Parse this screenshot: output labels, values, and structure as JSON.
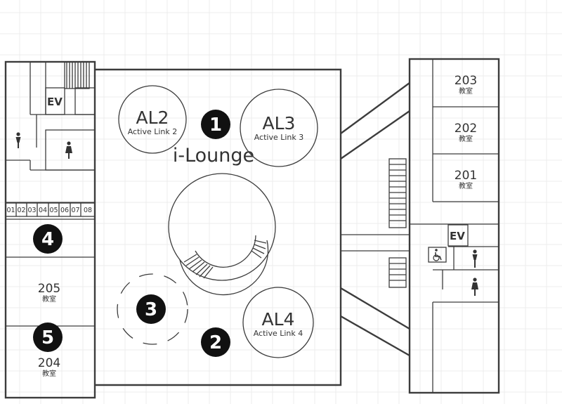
{
  "lounge": {
    "name": "i-Lounge"
  },
  "active_links": [
    {
      "code": "AL2",
      "name": "Active Link 2"
    },
    {
      "code": "AL3",
      "name": "Active Link 3"
    },
    {
      "code": "AL4",
      "name": "Active Link 4"
    }
  ],
  "markers": [
    "1",
    "2",
    "3",
    "4",
    "5"
  ],
  "rooms": [
    {
      "number": "203",
      "label": "教室"
    },
    {
      "number": "202",
      "label": "教室"
    },
    {
      "number": "201",
      "label": "教室"
    },
    {
      "number": "205",
      "label": "教室"
    },
    {
      "number": "204",
      "label": "教室"
    }
  ],
  "elevator_label": "EV",
  "lockers": [
    "01",
    "02",
    "03",
    "04",
    "05",
    "06",
    "07",
    "08"
  ],
  "icons": [
    "male-restroom-icon",
    "female-restroom-icon",
    "wheelchair-icon",
    "stairs-icon"
  ]
}
